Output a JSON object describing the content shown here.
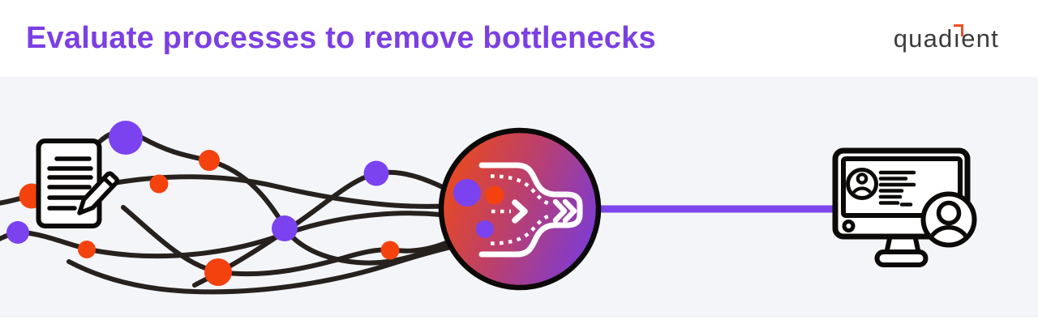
{
  "header": {
    "title": "Evaluate processes to remove bottlenecks",
    "title_color": "#7b3fe4"
  },
  "logo": {
    "brand": "quadient",
    "text_before_i": "quad",
    "dotless_i": "ı",
    "text_after_i": "ent",
    "accent_color": "#f04e23",
    "text_color": "#3d3b3c"
  },
  "illustration": {
    "background_color": "#f4f5f9",
    "tangled_line_color": "#27211e",
    "dot_colors": {
      "orange": "#f4420f",
      "purple": "#7b42f0"
    },
    "funnel_gradient": [
      "#ea4a1c",
      "#b83f72",
      "#7a3bd8"
    ],
    "funnel_detail_color": "#ffffff",
    "connector_color": "#7c46ec",
    "icons": [
      "document-pencil-icon",
      "tangled-process-lines",
      "process-dots",
      "bottleneck-funnel-icon",
      "monitor-user-icon"
    ]
  }
}
